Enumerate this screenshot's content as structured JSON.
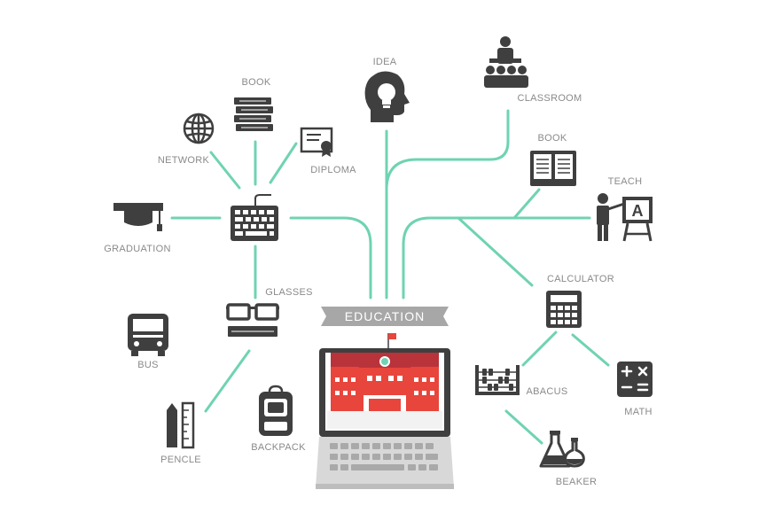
{
  "center": {
    "label": "EDUCATION"
  },
  "nodes": {
    "idea": "IDEA",
    "classroom": "CLASSROOM",
    "book_top": "BOOK",
    "network": "NETWORK",
    "diploma": "DIPLOMA",
    "graduation": "GRADUATION",
    "glasses": "GLASSES",
    "bus": "BUS",
    "pencle": "PENCLE",
    "backpack": "BACKPACK",
    "book_right": "BOOK",
    "teach": "TEACH",
    "calculator": "CALCULATOR",
    "abacus": "ABACUS",
    "math": "MATH",
    "beaker": "BEAKER"
  },
  "icons": [
    "bulb-head-icon",
    "classroom-icon",
    "books-stack-icon",
    "globe-icon",
    "diploma-icon",
    "graduation-cap-icon",
    "keyboard-hub-icon",
    "glasses-icon",
    "bus-icon",
    "pencil-ruler-icon",
    "backpack-icon",
    "open-book-icon",
    "teacher-board-icon",
    "calculator-icon",
    "abacus-icon",
    "math-icon",
    "beaker-icon",
    "school-laptop-icon"
  ],
  "colors": {
    "connector": "#6fd3b3",
    "icon": "#3f3f3f",
    "school": "#e8453c",
    "roof": "#b9333a",
    "banner": "#a7a7a7",
    "label": "#8a8a8a"
  }
}
